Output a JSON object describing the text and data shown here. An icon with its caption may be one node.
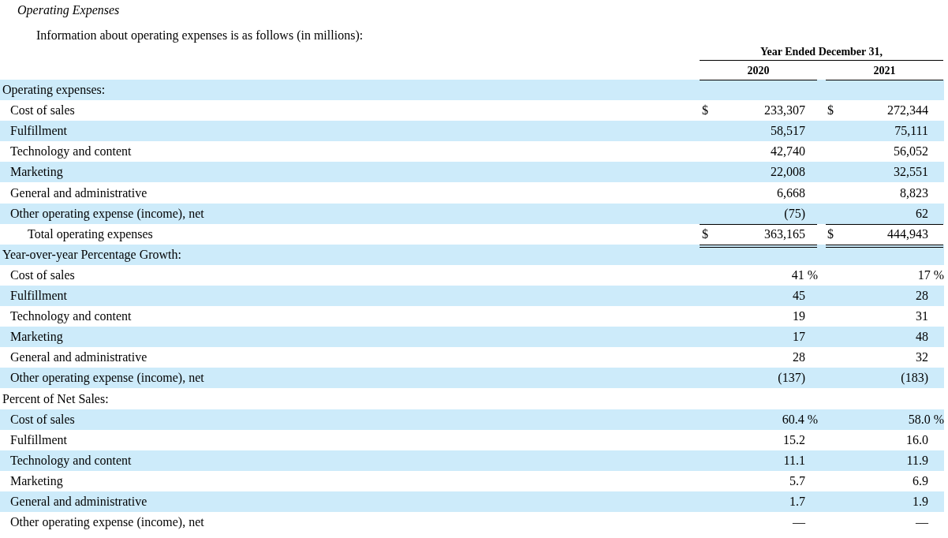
{
  "diagram": {
    "title": "Operating Expenses",
    "labels": [
      "Information about operating expenses is as follows (in millions):",
      "Year Ended December 31,",
      "2020",
      "2021",
      "Operating expenses:",
      "Cost of sales",
      "$",
      "233,307",
      "$",
      "272,344",
      "Fulfillment",
      "58,517",
      "75,111",
      "Technology and content",
      "42,740",
      "56,052",
      "Marketing",
      "22,008",
      "32,551",
      "General and administrative",
      "6,668",
      "8,823",
      "Other operating expense (income), net",
      "(75)",
      "62",
      "Total operating expenses",
      "$",
      "363,165",
      "$",
      "444,943",
      "Year-over-year Percentage Growth:",
      "Cost of sales",
      "41 %",
      "17 %",
      "Fulfillment",
      "45",
      "28",
      "Technology and content",
      "19",
      "31",
      "Marketing",
      "17",
      "48",
      "General and administrative",
      "28",
      "32",
      "Other operating expense (income), net",
      "(137)",
      "(183)",
      "Percent of Net Sales:",
      "Cost of sales",
      "60.4 %",
      "58.0 %",
      "Fulfillment",
      "15.2",
      "16.0",
      "Technology and content",
      "11.1",
      "11.9",
      "Marketing",
      "5.7",
      "6.9",
      "General and administrative",
      "1.7",
      "1.9",
      "Other operating expense (income), net",
      "—",
      "—"
    ]
  }
}
